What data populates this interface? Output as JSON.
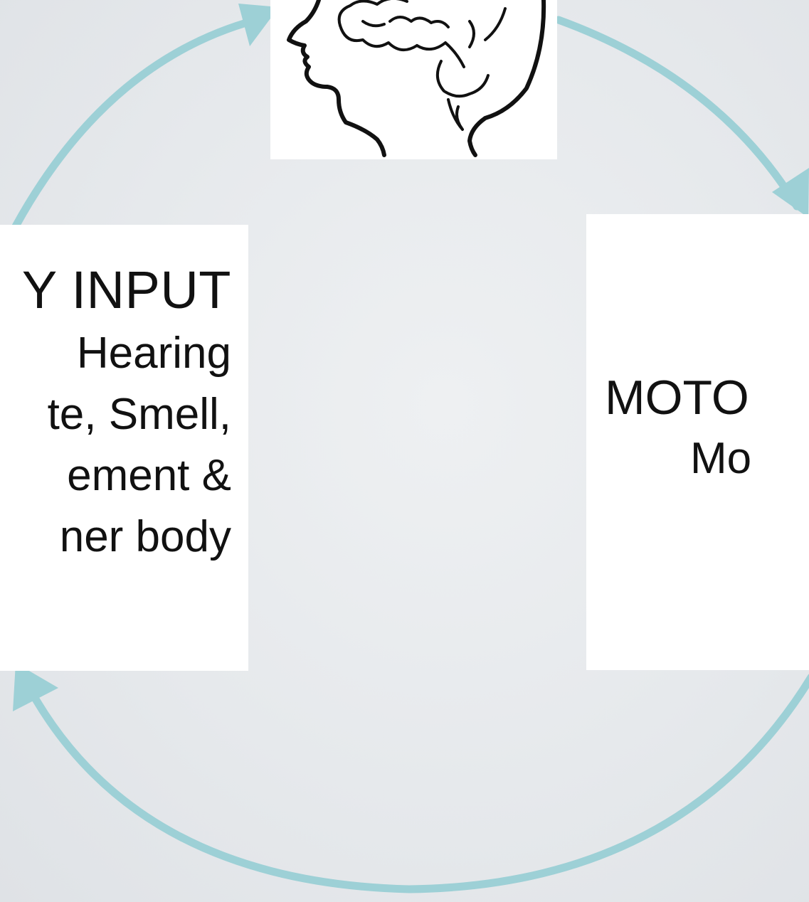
{
  "diagram": {
    "colors": {
      "arrow": "#9dd0d6",
      "card": "#ffffff",
      "text": "#111111",
      "background": "#e6e9ec"
    },
    "brain_node": {
      "icon": "brain-head-icon"
    },
    "sensory_node": {
      "heading": "Y INPUT",
      "lines": [
        "Hearing",
        "te, Smell,",
        "ement &",
        "ner body"
      ]
    },
    "motor_node": {
      "heading": "MOTO",
      "lines": [
        "Mo"
      ]
    }
  }
}
